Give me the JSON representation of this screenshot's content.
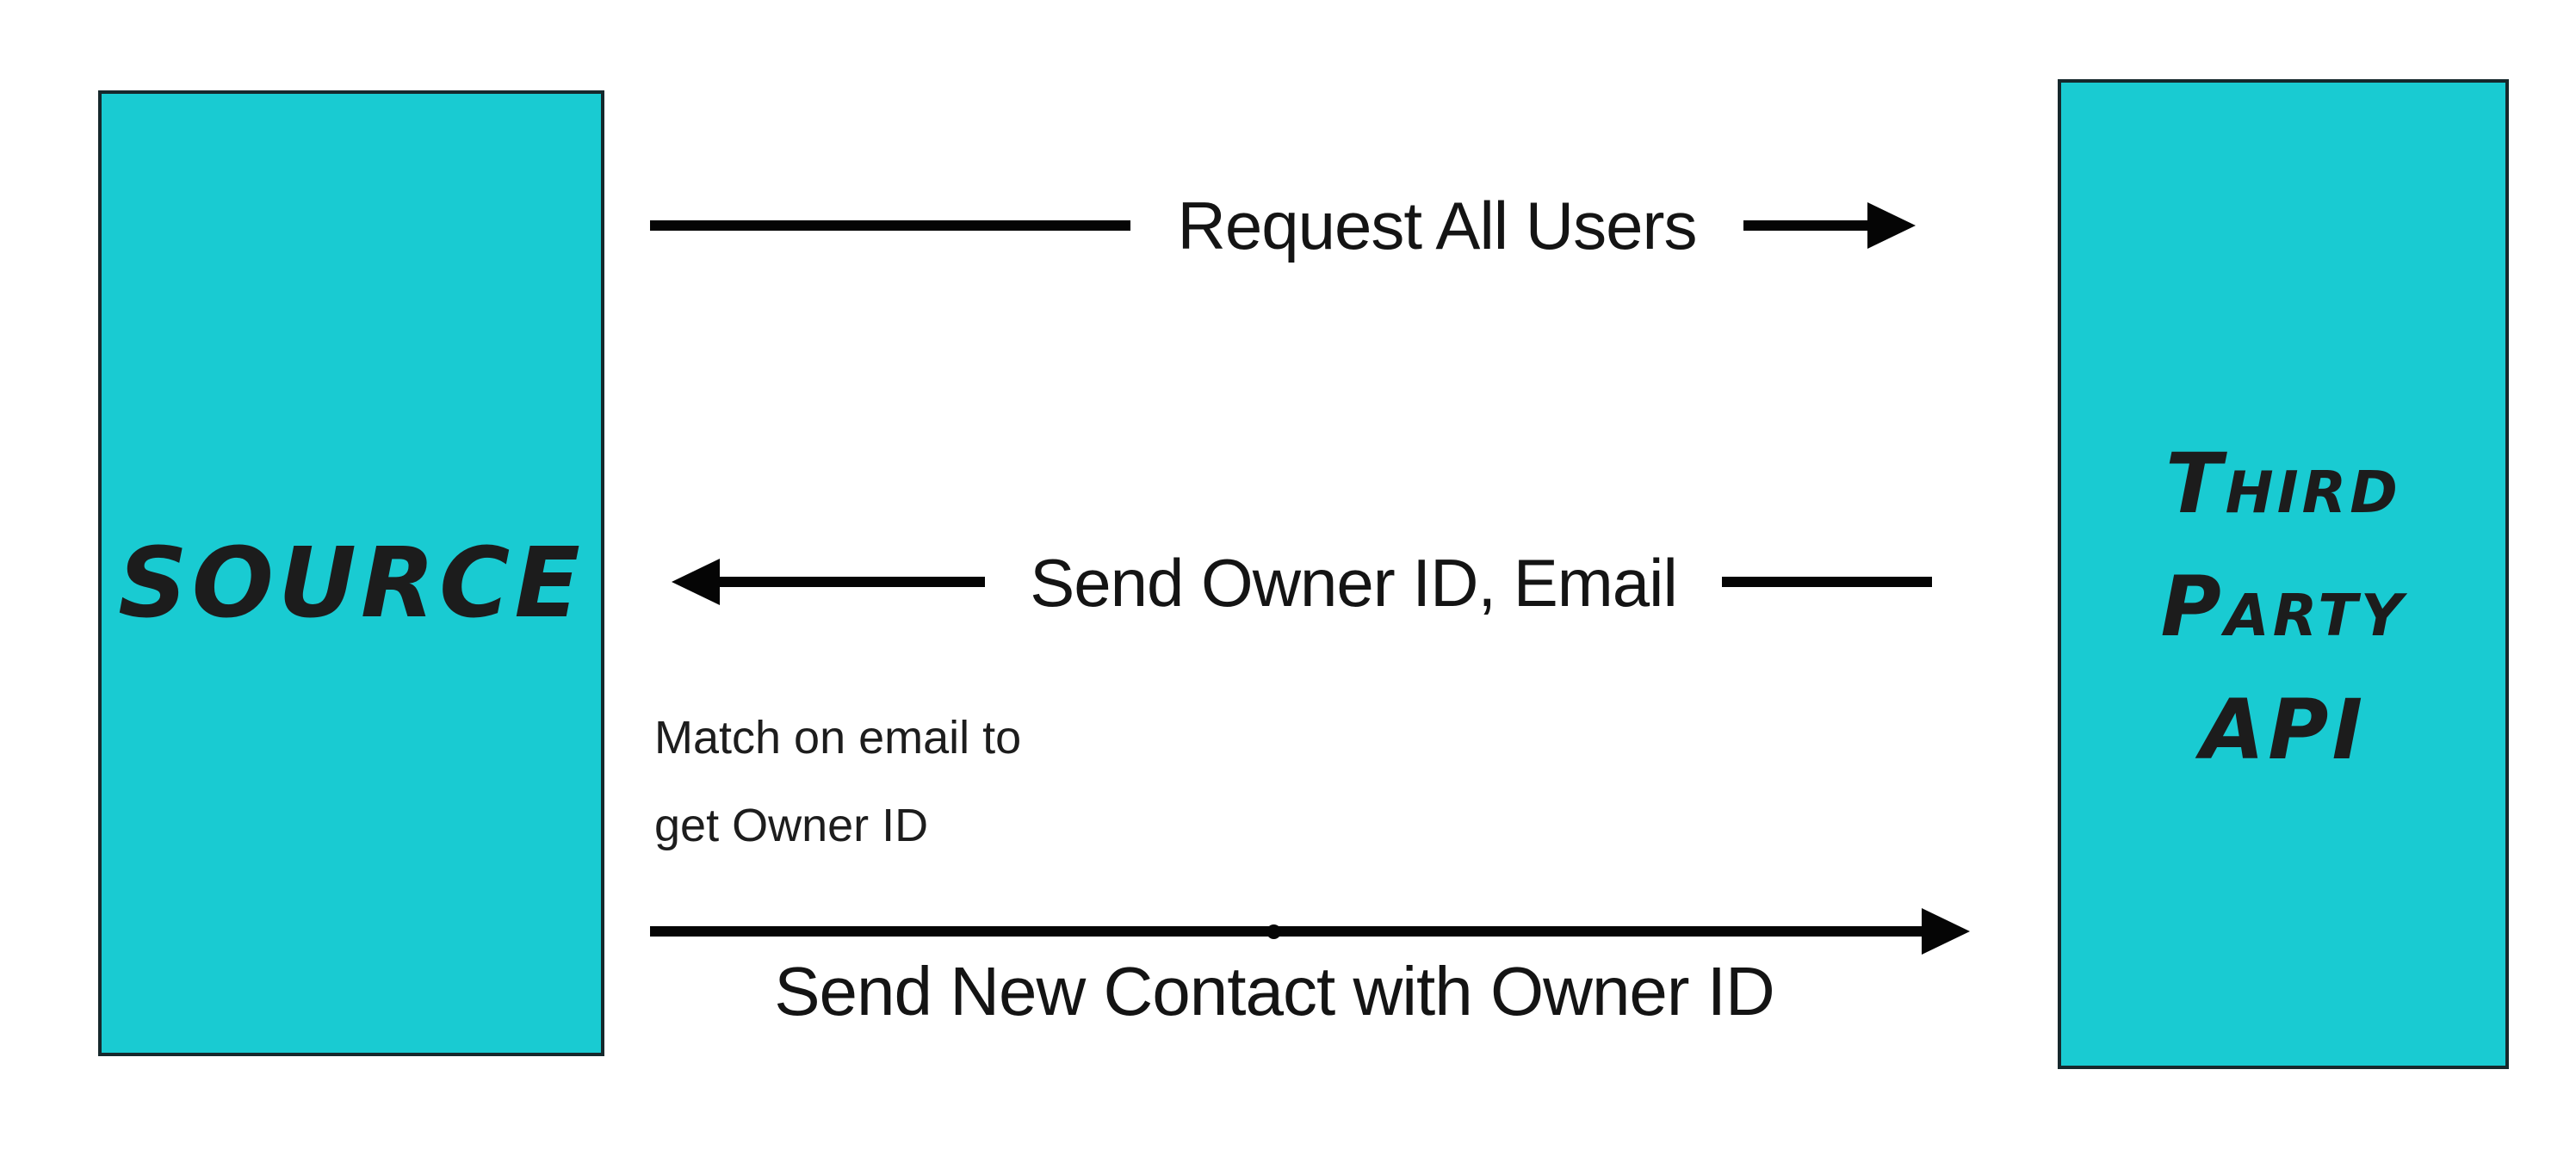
{
  "diagram": {
    "type": "sequence-flow",
    "background": "#FFFFFF",
    "nodes": {
      "source": {
        "label": "SOURCE"
      },
      "third_party_api": {
        "label": "Third Party API",
        "lines": [
          "Third",
          "Party",
          "API"
        ]
      }
    },
    "messages": [
      {
        "label": "Request All Users",
        "direction": "right"
      },
      {
        "label": "Send Owner ID, Email",
        "direction": "left"
      },
      {
        "label": "Send New Contact with Owner ID",
        "direction": "right"
      }
    ],
    "note": {
      "lines": [
        "Match on email to",
        "get Owner ID"
      ]
    },
    "colors": {
      "node_fill": "#19CBD2",
      "node_border": "#16282C",
      "arrow": "#050505",
      "text": "#141414"
    }
  }
}
